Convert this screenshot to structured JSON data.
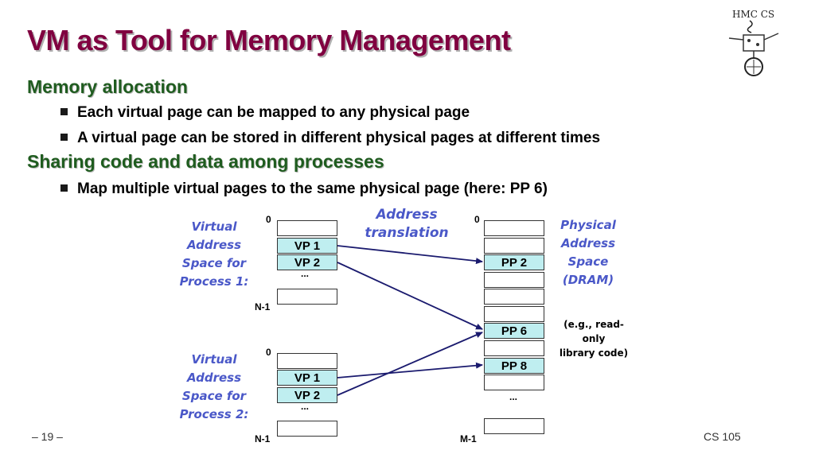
{
  "slide": {
    "title": "VM as Tool for Memory Management",
    "sections": [
      {
        "heading": "Memory allocation",
        "bullets": [
          "Each virtual page can be mapped to any physical page",
          "A virtual page can be stored in different physical pages at different times"
        ]
      },
      {
        "heading": "Sharing code and data among processes",
        "bullets": [
          "Map multiple virtual pages to the same physical page (here: PP 6)"
        ]
      }
    ]
  },
  "diagram": {
    "vas1_label": "Virtual\nAddress\nSpace for\nProcess 1:",
    "vas2_label": "Virtual\nAddress\nSpace for\nProcess 2:",
    "translation_label": "Address\ntranslation",
    "pas_label": "Physical\nAddress\nSpace\n(DRAM)",
    "vas1": {
      "top": "0",
      "pages": [
        "VP 1",
        "VP 2"
      ],
      "dots": "...",
      "bottom": "N-1"
    },
    "vas2": {
      "top": "0",
      "pages": [
        "VP 1",
        "VP 2"
      ],
      "dots": "...",
      "bottom": "N-1"
    },
    "pas": {
      "top": "0",
      "pages": [
        "PP 2",
        "PP 6",
        "PP 8"
      ],
      "dots": "...",
      "bottom": "M-1"
    },
    "note": "(e.g., read-only\nlibrary code)",
    "colors": {
      "highlight": "#bfeef0",
      "arrow": "#1a1a6e",
      "label": "#4a58c8"
    }
  },
  "logo": {
    "text": "HMC CS"
  },
  "footer": {
    "page": "– 19 –",
    "course": "CS 105"
  }
}
